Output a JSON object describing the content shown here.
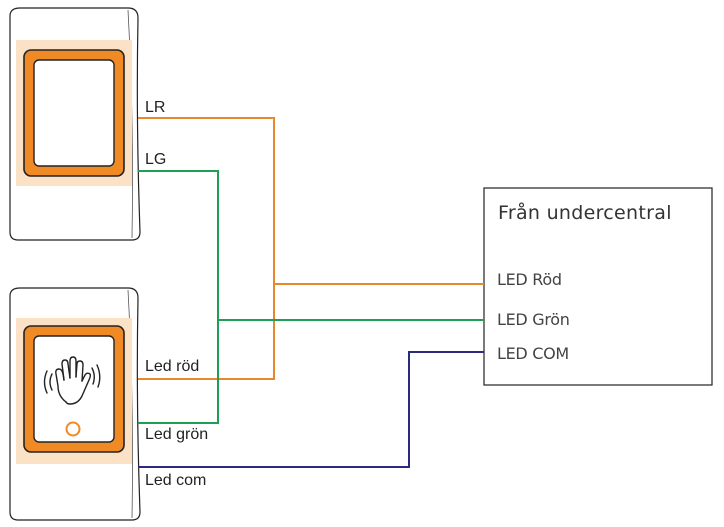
{
  "reader_top": {
    "labels": [
      "LR",
      "LG"
    ]
  },
  "reader_bottom": {
    "labels": [
      "Led röd",
      "Led grön",
      "Led com"
    ],
    "icon": "hand-wave-icon",
    "indicator": "led-ring-icon"
  },
  "central": {
    "title": "Från undercentral",
    "terminals": [
      "LED Röd",
      "LED Grön",
      "LED COM"
    ]
  },
  "colors": {
    "red_wire": "#e8872c",
    "green_wire": "#1f9e55",
    "com_wire": "#2a2a7e",
    "reader_frame": "#f08a25",
    "reader_glow": "#fbe1c6"
  }
}
